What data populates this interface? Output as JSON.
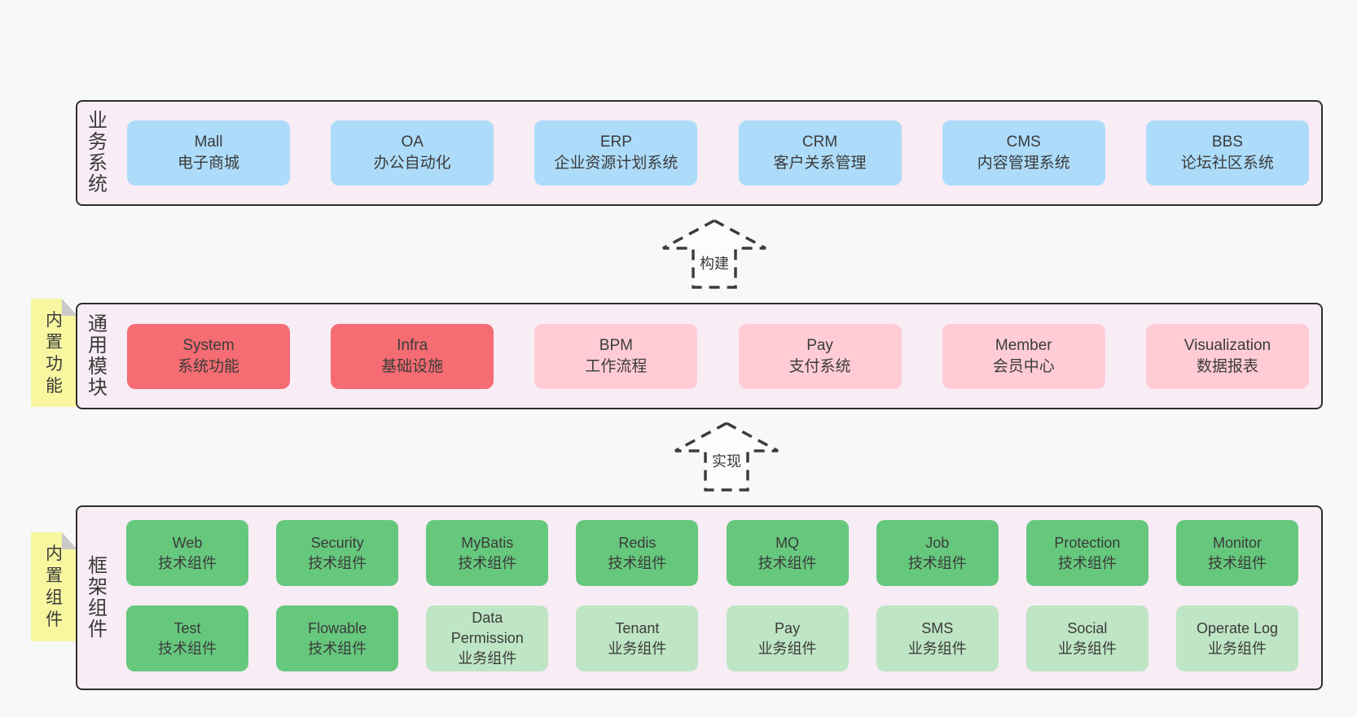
{
  "colors": {
    "page_bg": "#f8f8f8",
    "panel_bg": "#f8ecf5",
    "panel_border": "#2e2e2e",
    "blue_box": "#addcfa",
    "red_box": "#f56c72",
    "pink_box": "#ffccd5",
    "dark_green_box": "#66c87d",
    "light_green_box": "#bee5c4",
    "sticky_yellow": "#f8f7a0",
    "sticky_fold_gray": "#c9c9c9",
    "text": "#3b3b3b"
  },
  "arrows": [
    {
      "label": "构建"
    },
    {
      "label": "实现"
    }
  ],
  "panels": {
    "business": {
      "label": "业务系统",
      "boxes": [
        {
          "en": "Mall",
          "zh": "电子商城"
        },
        {
          "en": "OA",
          "zh": "办公自动化"
        },
        {
          "en": "ERP",
          "zh": "企业资源计划系统"
        },
        {
          "en": "CRM",
          "zh": "客户关系管理"
        },
        {
          "en": "CMS",
          "zh": "内容管理系统"
        },
        {
          "en": "BBS",
          "zh": "论坛社区系统"
        }
      ]
    },
    "modules": {
      "label": "通用模块",
      "sticky": "内置功能",
      "boxes": [
        {
          "en": "System",
          "zh": "系统功能",
          "variant": "red"
        },
        {
          "en": "Infra",
          "zh": "基础设施",
          "variant": "red"
        },
        {
          "en": "BPM",
          "zh": "工作流程",
          "variant": "pink"
        },
        {
          "en": "Pay",
          "zh": "支付系统",
          "variant": "pink"
        },
        {
          "en": "Member",
          "zh": "会员中心",
          "variant": "pink"
        },
        {
          "en": "Visualization",
          "zh": "数据报表",
          "variant": "pink"
        }
      ]
    },
    "components": {
      "label": "框架组件",
      "sticky": "内置组件",
      "rows": [
        [
          {
            "en": "Web",
            "zh": "技术组件",
            "variant": "dark-green"
          },
          {
            "en": "Security",
            "zh": "技术组件",
            "variant": "dark-green"
          },
          {
            "en": "MyBatis",
            "zh": "技术组件",
            "variant": "dark-green"
          },
          {
            "en": "Redis",
            "zh": "技术组件",
            "variant": "dark-green"
          },
          {
            "en": "MQ",
            "zh": "技术组件",
            "variant": "dark-green"
          },
          {
            "en": "Job",
            "zh": "技术组件",
            "variant": "dark-green"
          },
          {
            "en": "Protection",
            "zh": "技术组件",
            "variant": "dark-green"
          },
          {
            "en": "Monitor",
            "zh": "技术组件",
            "variant": "dark-green"
          }
        ],
        [
          {
            "en": "Test",
            "zh": "技术组件",
            "variant": "dark-green"
          },
          {
            "en": "Flowable",
            "zh": "技术组件",
            "variant": "dark-green"
          },
          {
            "en": "Data Permission",
            "zh": "业务组件",
            "variant": "light-green"
          },
          {
            "en": "Tenant",
            "zh": "业务组件",
            "variant": "light-green"
          },
          {
            "en": "Pay",
            "zh": "业务组件",
            "variant": "light-green"
          },
          {
            "en": "SMS",
            "zh": "业务组件",
            "variant": "light-green"
          },
          {
            "en": "Social",
            "zh": "业务组件",
            "variant": "light-green"
          },
          {
            "en": "Operate Log",
            "zh": "业务组件",
            "variant": "light-green"
          }
        ]
      ]
    }
  }
}
